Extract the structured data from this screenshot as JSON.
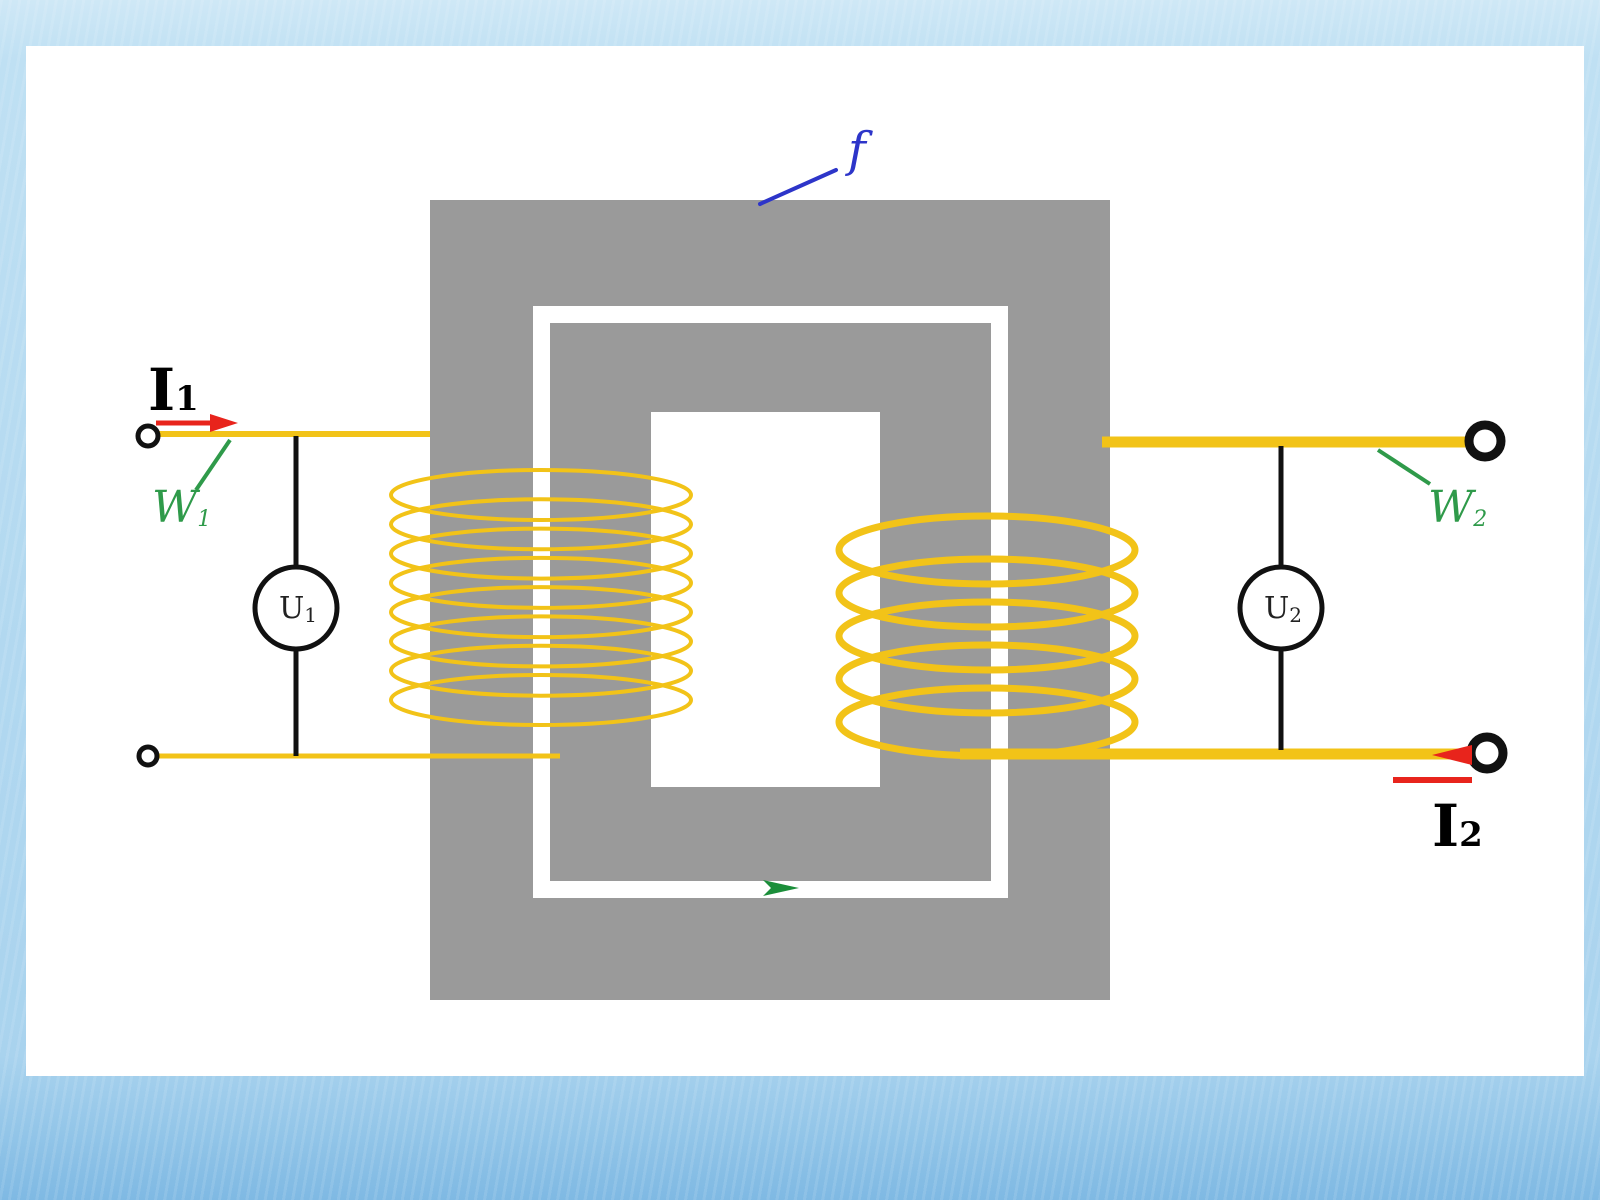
{
  "diagram": {
    "primary_current": {
      "symbol": "I",
      "subscript": "1"
    },
    "secondary_current": {
      "symbol": "I",
      "subscript": "2"
    },
    "primary_winding": {
      "symbol": "W",
      "subscript": "1"
    },
    "secondary_winding": {
      "symbol": "W",
      "subscript": "2"
    },
    "primary_voltmeter": {
      "symbol": "U",
      "subscript": "1"
    },
    "secondary_voltmeter": {
      "symbol": "U",
      "subscript": "2"
    },
    "flux_label": "f",
    "primary_turns": 8,
    "secondary_turns": 5
  },
  "colors": {
    "core": "#9a9a9a",
    "wire": "#f2c318",
    "current_arrow": "#e8241c",
    "flux_arrow": "#1b8e3a",
    "winding_label": "#2f9a4a",
    "flux_label": "#2d35c9"
  }
}
